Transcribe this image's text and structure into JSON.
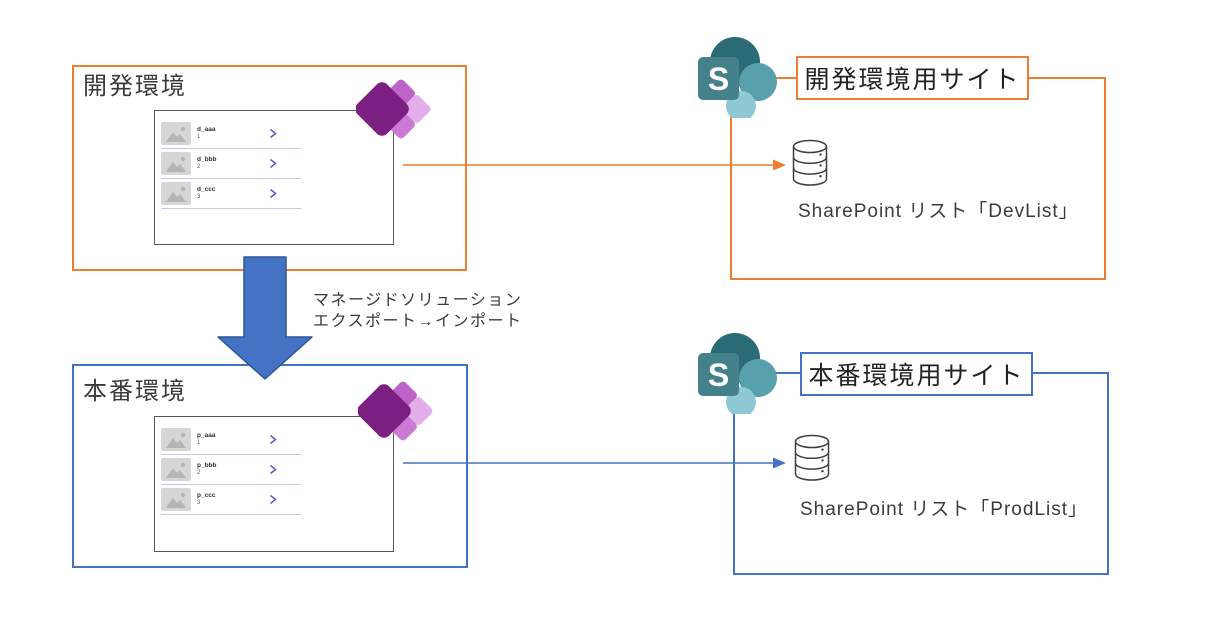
{
  "colors": {
    "dev_accent": "#ED7D31",
    "prod_accent": "#4472C4",
    "transfer_arrow_fill": "#4472C4",
    "transfer_arrow_border": "#2F5597",
    "powerapps_purple": "#7B1F82",
    "sharepoint_teal": "#44818B"
  },
  "dev": {
    "env_label": "開発環境",
    "site_label": "開発環境用サイト",
    "list_caption": "SharePoint リスト「DevList」",
    "items": [
      {
        "title": "d_aaa",
        "subtitle": "1"
      },
      {
        "title": "d_bbb",
        "subtitle": "2"
      },
      {
        "title": "d_ccc",
        "subtitle": "3"
      }
    ]
  },
  "prod": {
    "env_label": "本番環境",
    "site_label": "本番環境用サイト",
    "list_caption": "SharePoint リスト「ProdList」",
    "items": [
      {
        "title": "p_aaa",
        "subtitle": "1"
      },
      {
        "title": "p_bbb",
        "subtitle": "2"
      },
      {
        "title": "p_ccc",
        "subtitle": "3"
      }
    ]
  },
  "transfer": {
    "line1": "マネージドソリューション",
    "line2": "エクスポート→インポート"
  },
  "sharepoint": {
    "letter": "S"
  }
}
